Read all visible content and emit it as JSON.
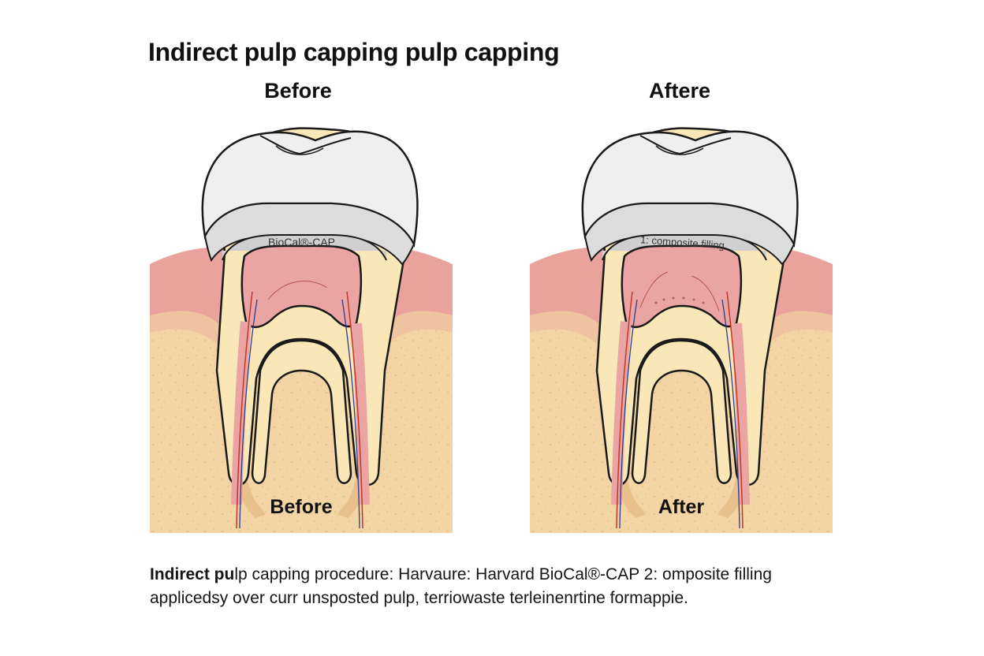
{
  "title": "Indirect pulp capping pulp capping",
  "panels": [
    {
      "heading": "Before",
      "layer_label": "BioCal®-CAP",
      "bottom_label": "Before"
    },
    {
      "heading": "Aftere",
      "layer_label": "1: composite filling",
      "bottom_label": "After"
    }
  ],
  "caption": {
    "bold_lead": "Indirect pu",
    "line1_rest": "lp capping procedure: Harvaure: Harvard BioCal®-CAP  2: omposite filling",
    "line2": "applicedsy over curr unsposted pulp, terriowaste terleinenrtine formappie."
  },
  "colors": {
    "bone": "#f3d4a5",
    "bone_border": "#e8c08c",
    "gum": "#e9a29c",
    "enamel": "#efefef",
    "dentin": "#f9e7b8",
    "pulp": "#eba4a4",
    "outline": "#1a1a1a"
  }
}
